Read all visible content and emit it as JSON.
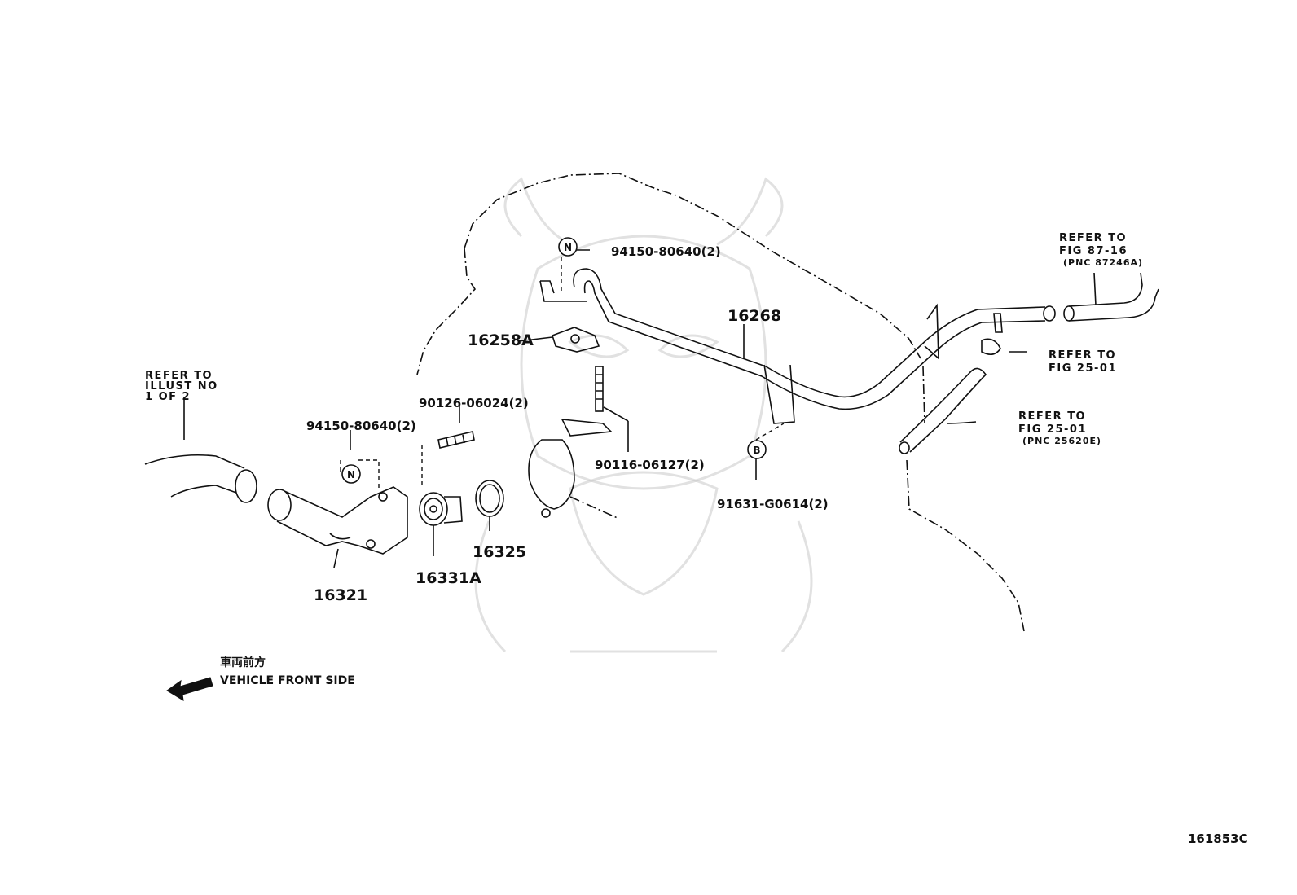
{
  "diagram": {
    "parts": {
      "p16268": "16268",
      "p16258a": "16258A",
      "p16321": "16321",
      "p16331a": "16331A",
      "p16325": "16325"
    },
    "fasteners": {
      "nut_top": "94150-80640(2)",
      "nut_left": "94150-80640(2)",
      "stud_a": "90126-06024(2)",
      "stud_b": "90116-06127(2)",
      "bolt_b": "91631-G0614(2)"
    },
    "badges": {
      "n": "N",
      "b": "B"
    },
    "references": {
      "illust": [
        "REFER TO",
        "ILLUST NO",
        "1 OF 2"
      ],
      "fig87": [
        "REFER TO",
        "FIG 87-16",
        "(PNC 87246A)"
      ],
      "fig25a": [
        "REFER TO",
        "FIG 25-01"
      ],
      "fig25b": [
        "REFER TO",
        "FIG 25-01",
        "(PNC 25620E)"
      ]
    },
    "front_label_jp": "車両前方",
    "front_label_en": "VEHICLE FRONT SIDE",
    "drawing_code": "161853C"
  }
}
